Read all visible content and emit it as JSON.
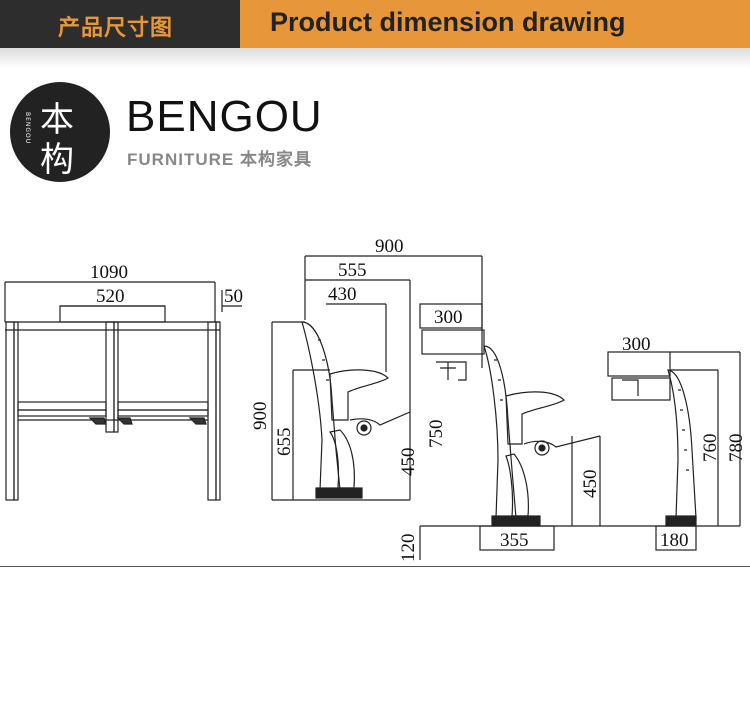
{
  "banner": {
    "title_cn": "产品尺寸图",
    "title_en": "Product dimension drawing"
  },
  "logo": {
    "char_top": "本",
    "char_bottom": "构",
    "side_text": "BENGOU",
    "brand": "BENGOU",
    "tagline": "FURNITURE 本构家具"
  },
  "dimensions": {
    "front_total_width": "1090",
    "front_top_width": "520",
    "front_side_gap": "50",
    "side_depth_total": "900",
    "side_depth_mid": "555",
    "side_depth_short": "430",
    "side_height": "900",
    "side_back_height": "655",
    "side_armrest_height": "750",
    "side_seat_height": "450",
    "open_table_depth": "300",
    "open_seat_height": "450",
    "open_floor_height": "120",
    "open_base_width": "355",
    "folded_table_depth": "300",
    "folded_height_760": "760",
    "folded_height_780": "780",
    "folded_base_width": "180"
  },
  "colors": {
    "banner_dark": "#2d2d2d",
    "banner_accent": "#e8963a"
  }
}
